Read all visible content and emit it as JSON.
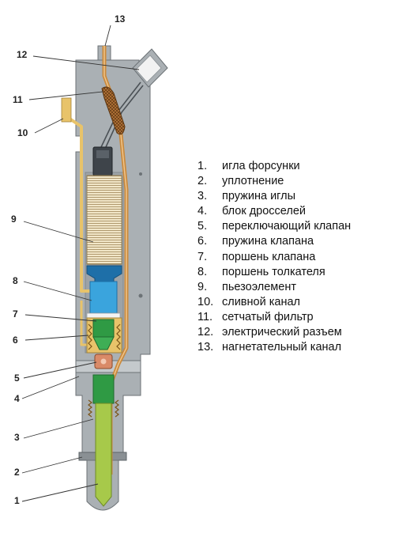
{
  "callouts": {
    "c1": "1",
    "c2": "2",
    "c3": "3",
    "c4": "4",
    "c5": "5",
    "c6": "6",
    "c7": "7",
    "c8": "8",
    "c9": "9",
    "c10": "10",
    "c11": "11",
    "c12": "12",
    "c13": "13"
  },
  "legend": [
    {
      "num": "1.",
      "text": "игла форсунки"
    },
    {
      "num": "2.",
      "text": "уплотнение"
    },
    {
      "num": "3.",
      "text": "пружина иглы"
    },
    {
      "num": "4.",
      "text": "блок дросселей"
    },
    {
      "num": "5.",
      "text": "переключающий клапан"
    },
    {
      "num": "6.",
      "text": "пружина клапана"
    },
    {
      "num": "7.",
      "text": "поршень клапана"
    },
    {
      "num": "8.",
      "text": "поршень толкателя"
    },
    {
      "num": "9.",
      "text": "пьезоэлемент"
    },
    {
      "num": "10.",
      "text": "сливной канал"
    },
    {
      "num": "11.",
      "text": "сетчатый фильтр"
    },
    {
      "num": "12.",
      "text": "электрический разъем"
    },
    {
      "num": "13.",
      "text": "нагнетательный канал"
    }
  ],
  "colors": {
    "body": "#aab0b4",
    "channel": "#c98a3e",
    "piezo": "#efe2c2",
    "pusher": "#3aa4dd",
    "valve_piston": "#2f9a44",
    "needle": "#a7c94a",
    "switch_valve": "#d98a68"
  }
}
